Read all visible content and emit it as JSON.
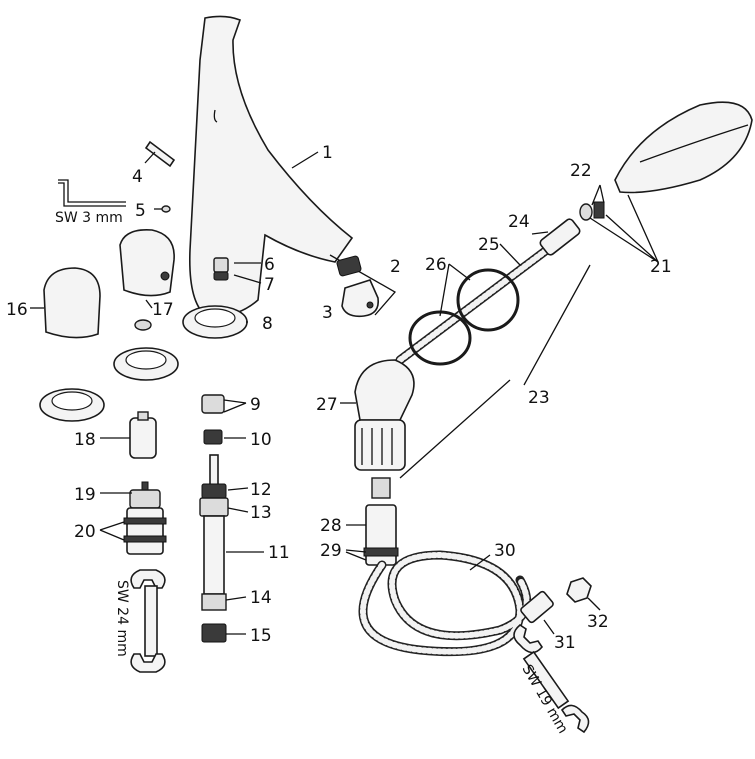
{
  "labels": {
    "p1": "1",
    "p2": "2",
    "p3": "3",
    "p4": "4",
    "p5": "5",
    "p6": "6",
    "p7": "7",
    "p8": "8",
    "p9": "9",
    "p10": "10",
    "p11": "11",
    "p12": "12",
    "p13": "13",
    "p14": "14",
    "p15": "15",
    "p16": "16",
    "p17": "17",
    "p18": "18",
    "p19": "19",
    "p20": "20",
    "p21": "21",
    "p22": "22",
    "p23": "23",
    "p24": "24",
    "p25": "25",
    "p26": "26",
    "p27": "27",
    "p28": "28",
    "p29": "29",
    "p30": "30",
    "p31": "31",
    "p32": "32"
  },
  "tools": {
    "hex_key": "SW 3 mm",
    "wrench_24": "SW 24 mm",
    "wrench_19": "SW 19 mm"
  },
  "colors": {
    "line": "#1a1a1a",
    "fill": "#f4f4f4",
    "shade": "#dcdcdc"
  }
}
